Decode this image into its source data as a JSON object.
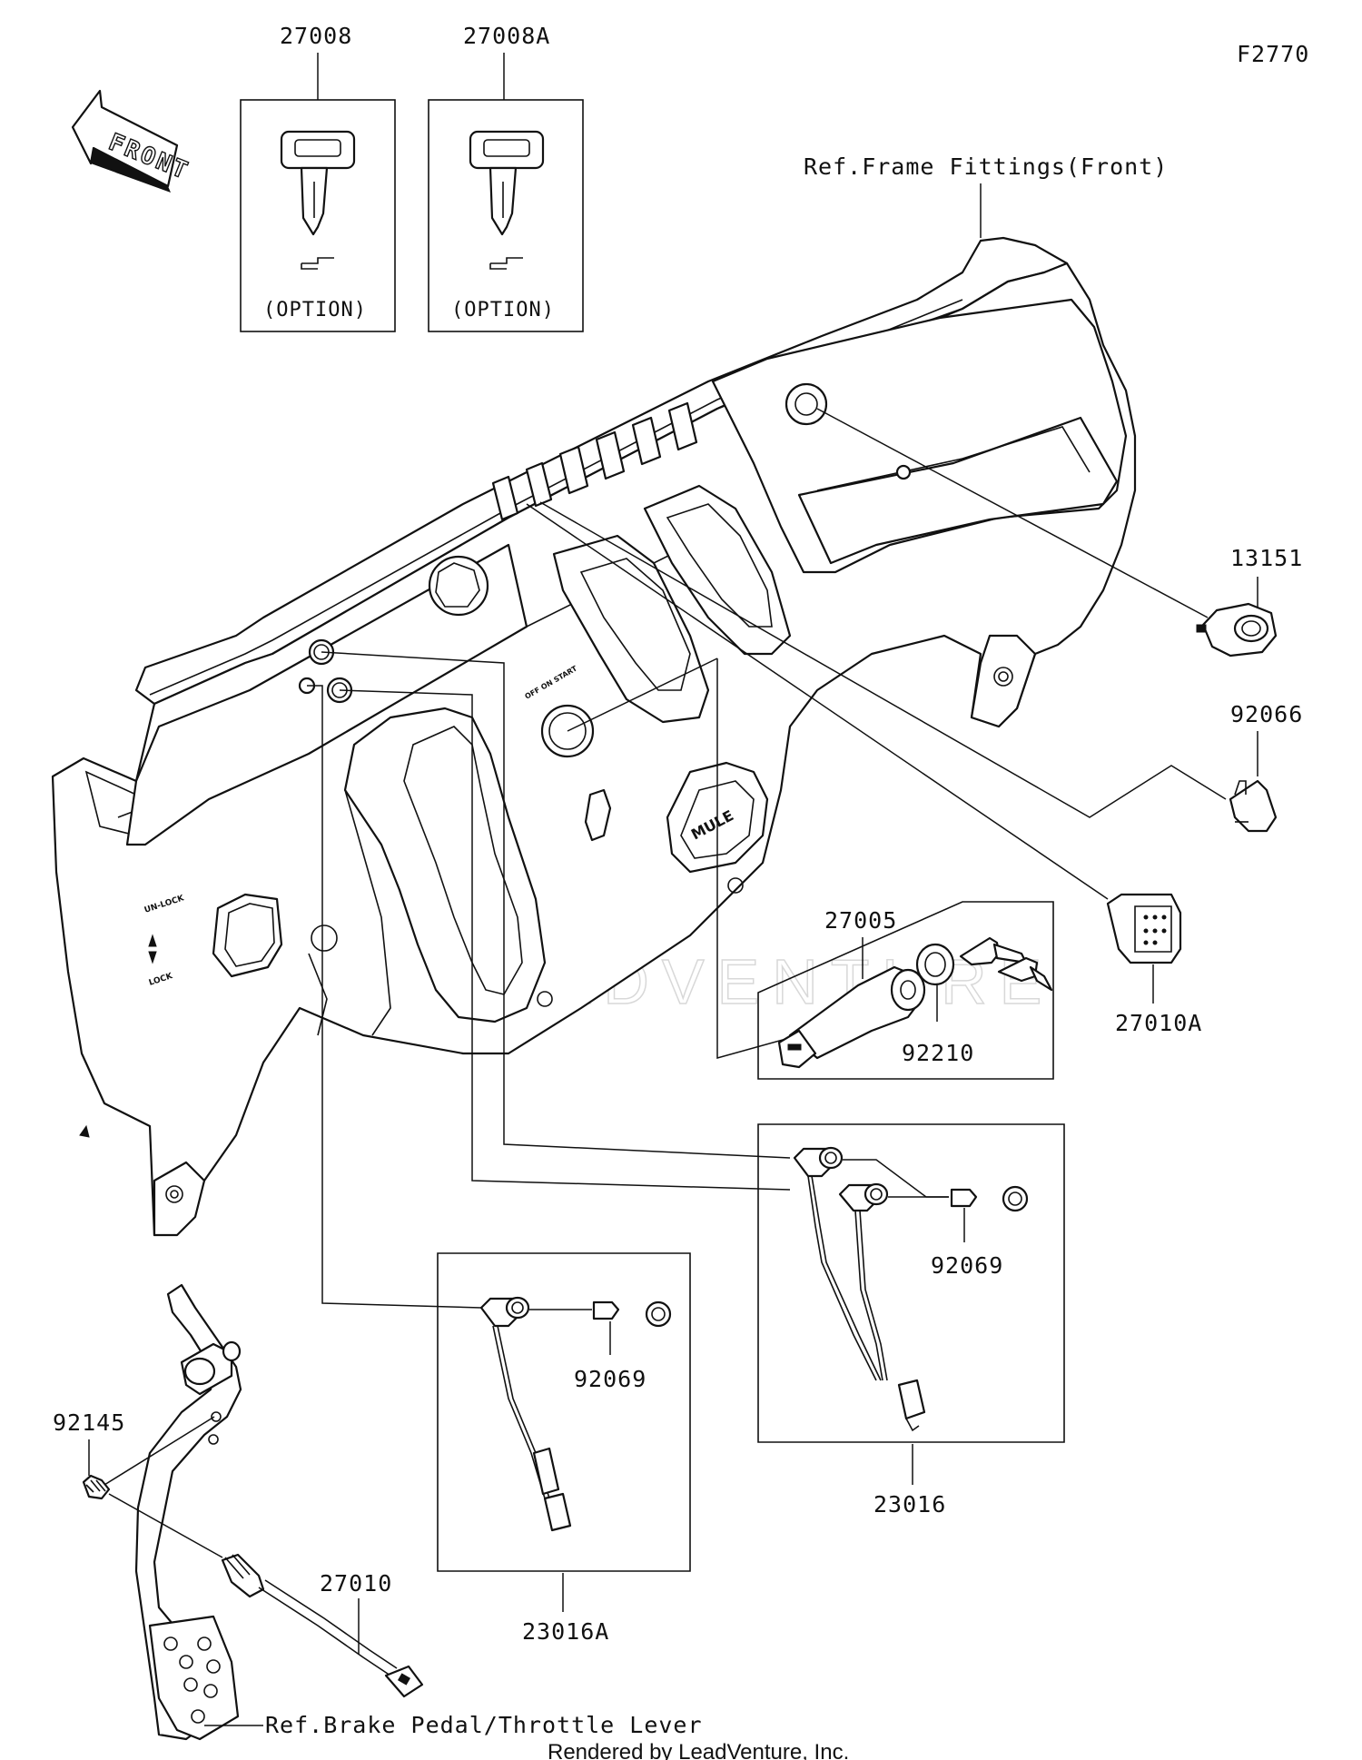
{
  "diagram": {
    "figure_code": "F2770",
    "front_label": "FRONT",
    "footer": "Rendered by LeadVenture, Inc.",
    "watermark": "LEADVENTURE",
    "callouts": {
      "key_a": "27008",
      "key_b": "27008A",
      "option_a": "(OPTION)",
      "option_b": "(OPTION)",
      "frame_ref": "Ref.Frame Fittings(Front)",
      "socket": "13151",
      "rocker_cover": "92066",
      "rocker_switch": "27010A",
      "ignition": "27005",
      "nut": "92210",
      "bulb_right": "92069",
      "harness_right": "23016",
      "bulb_left": "92069",
      "harness_left": "23016A",
      "spring": "92145",
      "brake_switch": "27010",
      "pedal_ref": "Ref.Brake Pedal/Throttle Lever"
    }
  }
}
